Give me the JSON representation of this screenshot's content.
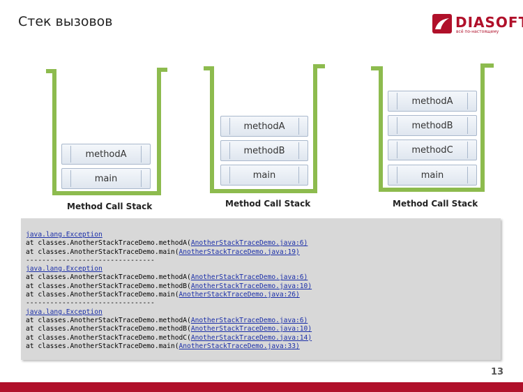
{
  "title": "Стек вызовов",
  "logo": {
    "name": "DIASOFT",
    "tagline": "всё по-настоящему"
  },
  "stacks": [
    {
      "label": "Method Call Stack",
      "frames": [
        "methodA",
        "main"
      ]
    },
    {
      "label": "Method Call Stack",
      "frames": [
        "methodA",
        "methodB",
        "main"
      ]
    },
    {
      "label": "Method Call Stack",
      "frames": [
        "methodA",
        "methodB",
        "methodC",
        "main"
      ]
    }
  ],
  "traces": [
    {
      "exception": "java.lang.Exception",
      "lines": [
        {
          "prefix": "at classes.AnotherStackTraceDemo.methodA(",
          "link": "AnotherStackTraceDemo.java:6)"
        },
        {
          "prefix": "at classes.AnotherStackTraceDemo.main(",
          "link": "AnotherStackTraceDemo.java:19)"
        }
      ]
    },
    {
      "exception": "java.lang.Exception",
      "lines": [
        {
          "prefix": "at classes.AnotherStackTraceDemo.methodA(",
          "link": "AnotherStackTraceDemo.java:6)"
        },
        {
          "prefix": "at classes.AnotherStackTraceDemo.methodB(",
          "link": "AnotherStackTraceDemo.java:10)"
        },
        {
          "prefix": "at classes.AnotherStackTraceDemo.main(",
          "link": "AnotherStackTraceDemo.java:26)"
        }
      ]
    },
    {
      "exception": "java.lang.Exception",
      "lines": [
        {
          "prefix": "at classes.AnotherStackTraceDemo.methodA(",
          "link": "AnotherStackTraceDemo.java:6)"
        },
        {
          "prefix": "at classes.AnotherStackTraceDemo.methodB(",
          "link": "AnotherStackTraceDemo.java:10)"
        },
        {
          "prefix": "at classes.AnotherStackTraceDemo.methodC(",
          "link": "AnotherStackTraceDemo.java:14)"
        },
        {
          "prefix": "at classes.AnotherStackTraceDemo.main(",
          "link": "AnotherStackTraceDemo.java:33)"
        }
      ]
    }
  ],
  "separator": "--------------------------------",
  "page_number": "13",
  "colors": {
    "brand": "#b0102a",
    "bucket": "#8dbb4e",
    "link": "#1a2ea8"
  }
}
